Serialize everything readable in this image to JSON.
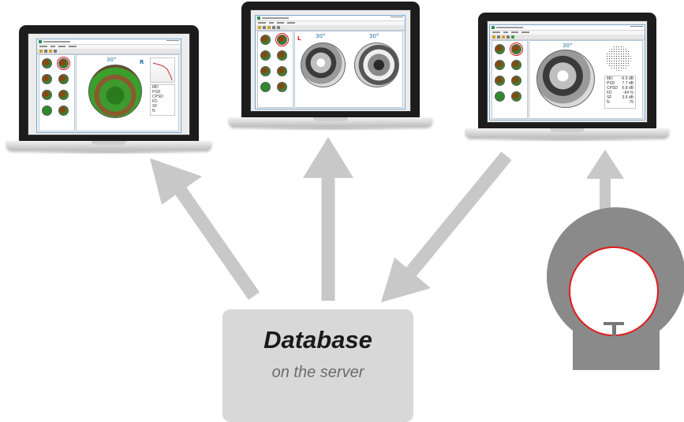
{
  "database": {
    "title": "Database",
    "subtitle": "on the server"
  },
  "laptops": [
    {
      "field_label": "30°",
      "eye_label": "R",
      "legend": [
        "MD",
        "PSD",
        "CPSD",
        "FD",
        "SF",
        "N"
      ]
    },
    {
      "field_label_left": "30°",
      "field_label_right": "30°",
      "eye_label": "L"
    },
    {
      "field_label": "30°",
      "legend_values": [
        {
          "name": "MD",
          "value": "-6.6 dB"
        },
        {
          "name": "PSD",
          "value": "7.7 dB"
        },
        {
          "name": "CPSD",
          "value": "6.8 dB"
        },
        {
          "name": "FD",
          "value": "-64 %"
        },
        {
          "name": "SF",
          "value": "3.6 dB"
        },
        {
          "name": "N",
          "value": "75"
        }
      ]
    }
  ],
  "colors": {
    "arrow": "#c8c8c8",
    "database_box": "#d8d8d8",
    "perimeter_body": "#8a8a8a",
    "perimeter_rim": "#e11b1b",
    "laptop_frame": "#1c1c1c"
  },
  "icons": [
    "laptop-icon",
    "perimeter-device-icon",
    "arrow-icon"
  ]
}
